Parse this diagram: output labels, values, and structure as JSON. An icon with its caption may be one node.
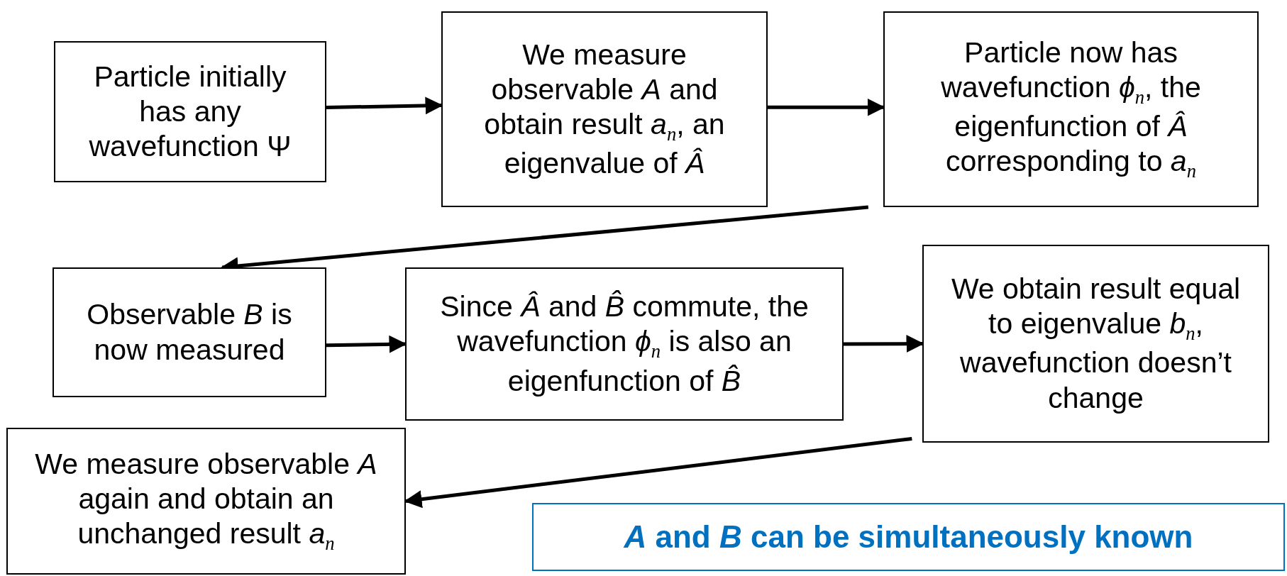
{
  "diagram": {
    "nodes": [
      {
        "text": [
          "Particle initially has any wavefunction Ψ"
        ]
      },
      {
        "text": [
          "We measure observable *A* and obtain result *a*$_{n}$, an eigenvalue of *Â*"
        ]
      },
      {
        "text": [
          "Particle now has wavefunction *ϕ*$_{n}$, the eigenfunction of *Â* corresponding to *a*$_{n}$"
        ]
      },
      {
        "text": [
          "Observable *B* is now measured"
        ]
      },
      {
        "text": [
          "Since *Â* and *B̂* commute, the wavefunction *ϕ*$_{n}$ is also an eigenfunction of *B̂*"
        ]
      },
      {
        "text": [
          "We obtain result equal to eigenvalue *b*$_{n}$, wavefunction doesn’t change"
        ]
      },
      {
        "text": [
          "We measure observable *A* again and obtain an unchanged result *a*$_{n}$"
        ]
      },
      {
        "text": [
          "*A* and *B* can be simultaneously known"
        ]
      }
    ],
    "edges": [
      {
        "from": 0,
        "to": 1,
        "arrow": "to"
      },
      {
        "from": 1,
        "to": 2,
        "arrow": "to"
      },
      {
        "from": 2,
        "to": 3,
        "arrow": "to"
      },
      {
        "from": 3,
        "to": 4,
        "arrow": "to"
      },
      {
        "from": 4,
        "to": 5,
        "arrow": "to"
      },
      {
        "from": 5,
        "to": 6,
        "arrow": "to"
      }
    ]
  }
}
